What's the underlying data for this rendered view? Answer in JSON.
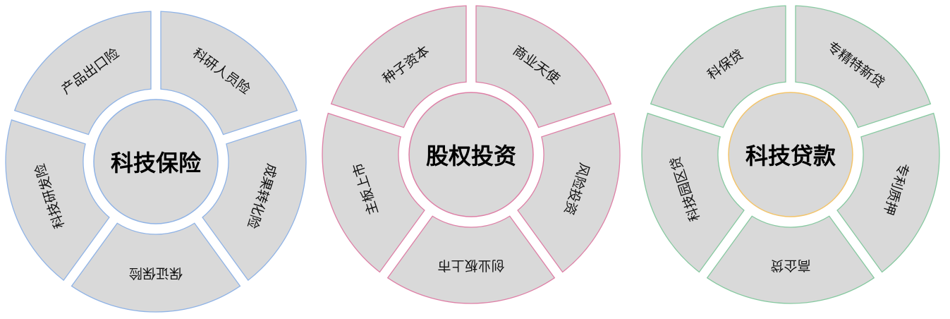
{
  "diagrams": [
    {
      "title": "科技保险",
      "stroke_color": "#8fb3e6",
      "center_stroke_color": "#8fb3e6",
      "segments": [
        "科研人员险",
        "成果转化险",
        "保证保险",
        "科技研发险",
        "产品出口险"
      ]
    },
    {
      "title": "股权投资",
      "stroke_color": "#de7fa6",
      "center_stroke_color": "#de7fa6",
      "segments": [
        "商业天使",
        "风险投资",
        "创业板上市",
        "主板上市",
        "种子资本"
      ]
    },
    {
      "title": "科技贷款",
      "stroke_color": "#86c9a0",
      "center_stroke_color": "#f3c46a",
      "segments": [
        "专精特新贷",
        "专利质押",
        "高企贷",
        "科技园区贷",
        "科保贷"
      ]
    }
  ],
  "colors": {
    "segment_fill": "#d9d9d9",
    "center_fill": "#d9d9d9"
  }
}
